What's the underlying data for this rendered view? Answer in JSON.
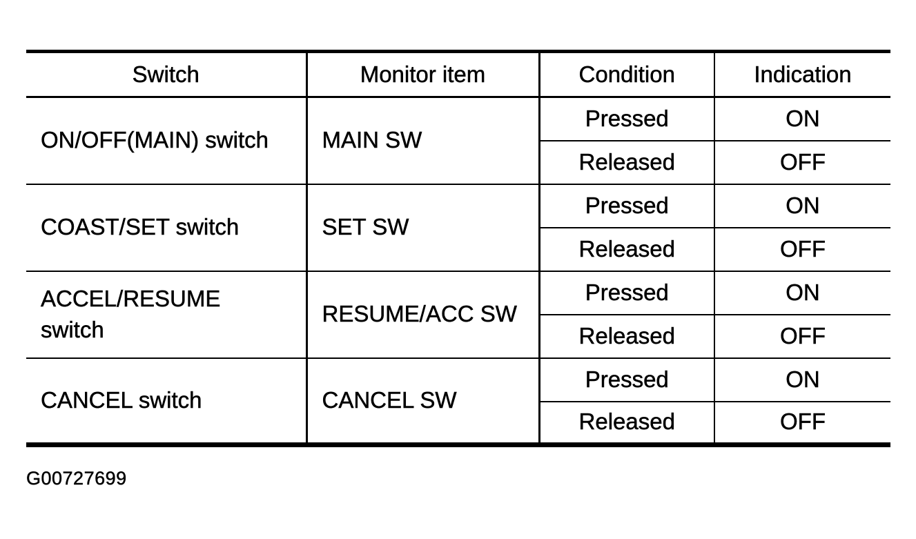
{
  "page": {
    "background": "#ffffff",
    "text_color": "#000000",
    "border_color": "#000000",
    "figure_code": "G00727699"
  },
  "table": {
    "headers": [
      "Switch",
      "Monitor item",
      "Condition",
      "Indication"
    ],
    "groups": [
      {
        "switch": "ON/OFF(MAIN) switch",
        "monitor_item": "MAIN SW",
        "states": [
          {
            "condition": "Pressed",
            "indication": "ON"
          },
          {
            "condition": "Released",
            "indication": "OFF"
          }
        ]
      },
      {
        "switch": "COAST/SET switch",
        "monitor_item": "SET SW",
        "states": [
          {
            "condition": "Pressed",
            "indication": "ON"
          },
          {
            "condition": "Released",
            "indication": "OFF"
          }
        ]
      },
      {
        "switch": "ACCEL/RESUME\nswitch",
        "monitor_item": "RESUME/ACC SW",
        "states": [
          {
            "condition": "Pressed",
            "indication": "ON"
          },
          {
            "condition": "Released",
            "indication": "OFF"
          }
        ]
      },
      {
        "switch": "CANCEL switch",
        "monitor_item": "CANCEL SW",
        "states": [
          {
            "condition": "Pressed",
            "indication": "ON"
          },
          {
            "condition": "Released",
            "indication": "OFF"
          }
        ]
      }
    ]
  }
}
